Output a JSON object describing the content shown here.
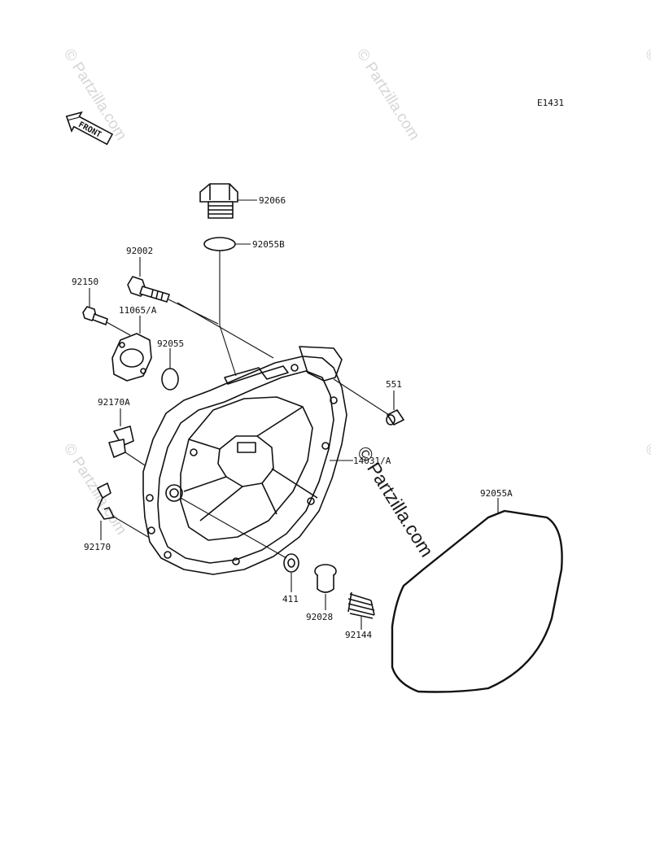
{
  "diagram_code": "E1431",
  "front_label": "FRONT",
  "watermark": "© Partzilla.com",
  "parts": {
    "p92066": "92066",
    "p92055B": "92055B",
    "p92002": "92002",
    "p92150": "92150",
    "p11065A": "11065/A",
    "p92055": "92055",
    "p551": "551",
    "p92170A": "92170A",
    "p14031A": "14031/A",
    "p92055A": "92055A",
    "p92170": "92170",
    "p411": "411",
    "p92028": "92028",
    "p92144": "92144"
  }
}
